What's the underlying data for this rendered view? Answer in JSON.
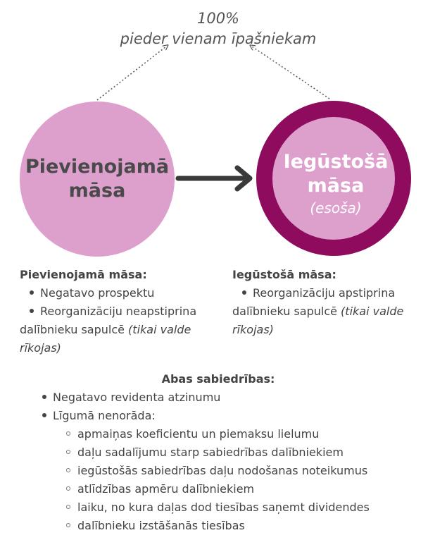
{
  "top_label": {
    "line1": "100%",
    "line2": "pieder vienam īpašniekam"
  },
  "left_circle": {
    "line1": "Pievienojamā",
    "line2": "māsa"
  },
  "right_circle": {
    "line1": "Iegūstošā",
    "line2": "māsa",
    "sub": "(esoša)"
  },
  "left_info": {
    "title": "Pievienojamā māsa:",
    "bullet1": "Negatavo prospektu",
    "bullet2_a": "Reorganizāciju neapstiprina",
    "bullet2_b": "dalībnieku sapulcē ",
    "bullet2_italic_a": "(tikai valde",
    "bullet2_italic_b": "rīkojas)"
  },
  "right_info": {
    "title": "Iegūstošā māsa:",
    "bullet1_a": "Reorganizāciju apstiprina",
    "bullet1_b": "dalībnieku sapulcē ",
    "bullet1_italic_a": "(tikai valde",
    "bullet1_italic_b": "rīkojas)"
  },
  "both": {
    "title": "Abas sabiedrības:",
    "bullet1": "Negatavo revidenta atzinumu",
    "bullet2": "Līgumā nenorāda:",
    "sub_items": [
      "apmaiņas koeficientu un piemaksu lielumu",
      "daļu sadalījumu starp sabiedrības dalībniekiem",
      "iegūstošās sabiedrības daļu nodošanas noteikumus",
      "atlīdzības apmēru dalībniekiem",
      "laiku, no kura daļas dod tiesības saņemt dividendes",
      "dalībnieku izstāšanās tiesības"
    ]
  },
  "colors": {
    "light_pink": "#dda0cc",
    "dark_magenta": "#8e0b5e",
    "arrow": "#3a3a3a",
    "text": "#444444"
  }
}
